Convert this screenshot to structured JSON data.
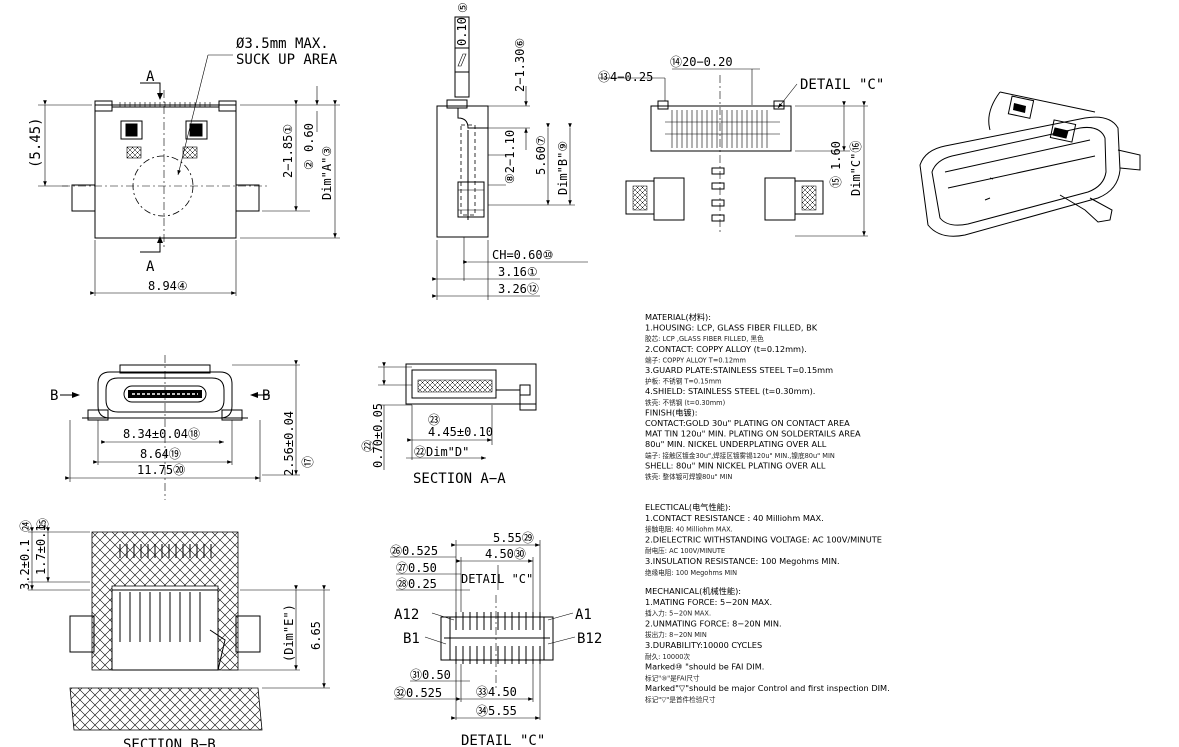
{
  "drawing": {
    "suck_up_note": [
      "Ø3.5mm MAX.",
      "SUCK UP AREA"
    ],
    "section_marker": "A",
    "dim_545": "(5.45)",
    "dim_894": "8.94④",
    "dim_2_185": "2−1.85①",
    "dim_060": "② 0.60",
    "dim_a": "Dim\"A\"③",
    "flatness": "0.10",
    "flatness_ref": "⑤",
    "dim_2_130": "2−1.30⑥",
    "dim_2_110": "2−1.10",
    "dim_phi2_110": "⑧2−1.10",
    "dim_560": "5.60⑦",
    "dim_b": "Dim\"B\"⑨",
    "ch": "CH=0.60⑩",
    "dim_316": "3.16①",
    "dim_326": "3.26⑫",
    "dim_4_025": "⑬4−0.25",
    "dim_20_020": "⑭20−0.20",
    "detail_c_label": "DETAIL \"C\"",
    "dim_160": "1.60",
    "dim_c": "Dim\"C\"⑯",
    "dim_c_ref": "⑮",
    "section_b": "B",
    "dim_834": "8.34±0.04⑱",
    "dim_864": "8.64⑲",
    "dim_1175": "11.75⑳",
    "dim_256": "2.56±0.04",
    "dim_256_ref": "⑰",
    "dim_070": "0.70±0.05",
    "dim_070_ref": "㉒",
    "dim_445": "4.45±0.10",
    "dim_445_ref": "㉓",
    "dim_d": "㉒Dim\"D\"",
    "section_aa": "SECTION A−A",
    "dim_32": "3.2±0.1",
    "dim_32_ref": "㉔",
    "dim_17": "1.7±0.1",
    "dim_17_ref": "㉕",
    "dim_e": "(Dim\"E\")",
    "dim_665": "6.65",
    "section_bb": "SECTION B−B",
    "dim_555_top": "5.55㉙",
    "dim_450_top": "4.50㉚",
    "dim_0525_top": "㉖0.525",
    "dim_050_top": "㉗0.50",
    "dim_025": "㉘0.25",
    "detail_c_small": "DETAIL \"C\"",
    "a12": "A12",
    "a1": "A1",
    "b1": "B1",
    "b12": "B12",
    "dim_050_bot": "㉛0.50",
    "dim_0525_bot": "㉜0.525",
    "dim_450_bot": "㉝4.50",
    "dim_555_bot": "㉞5.55",
    "detail_c_bottom": "DETAIL \"C\""
  },
  "notes": {
    "material": [
      {
        "text": "MATERIAL(材料):",
        "cls": "ts"
      },
      {
        "text": "1.HOUSING: LCP, GLASS FIBER FILLED, BK",
        "cls": "ts"
      },
      {
        "text": "  胶芯: LCP ,GLASS FIBER FILLED, 黑色",
        "cls": "tc"
      },
      {
        "text": "2.CONTACT: COPPY ALLOY (t=0.12mm).",
        "cls": "ts"
      },
      {
        "text": "  端子: COPPY ALLOY T=0.12mm",
        "cls": "tc"
      },
      {
        "text": "3.GUARD PLATE:STAINLESS STEEL T=0.15mm",
        "cls": "ts"
      },
      {
        "text": "  护板: 不锈钢 T=0.15mm",
        "cls": "tc"
      },
      {
        "text": "4.SHIELD: STAINLESS STEEL (t=0.30mm).",
        "cls": "ts"
      },
      {
        "text": "  铁壳: 不锈钢 (t=0.30mm)",
        "cls": "tc"
      },
      {
        "text": "FINISH(电镀):",
        "cls": "ts"
      },
      {
        "text": "CONTACT:GOLD 30u\" PLATING ON CONTACT AREA",
        "cls": "ts"
      },
      {
        "text": "           MAT TIN 120u\" MIN. PLATING ON SOLDERTAILS AREA",
        "cls": "ts"
      },
      {
        "text": "           80u\" MIN. NICKEL UNDERPLATING OVER ALL",
        "cls": "ts"
      },
      {
        "text": "端子: 接触区镀金30u\",焊接区镀雾锡120u\" MIN.,镍底80u\" MIN",
        "cls": "tc"
      },
      {
        "text": "SHELL: 80u\" MIN NICKEL PLATING OVER ALL",
        "cls": "ts"
      },
      {
        "text": "铁壳: 整体镀可焊镍80u\" MIN",
        "cls": "tc"
      }
    ],
    "electrical": [
      {
        "text": "ELECTICAL(电气性能):",
        "cls": "ts"
      },
      {
        "text": "1.CONTACT RESISTANCE : 40 Milliohm MAX.",
        "cls": "ts"
      },
      {
        "text": "  接触电阻: 40 Milliohm MAX.",
        "cls": "tc"
      },
      {
        "text": "2.DIELECTRIC WITHSTANDING VOLTAGE: AC 100V/MINUTE",
        "cls": "ts"
      },
      {
        "text": "  耐电压: AC 100V/MINUTE",
        "cls": "tc"
      },
      {
        "text": "3.INSULATION RESISTANCE: 100 Megohms MIN.",
        "cls": "ts"
      },
      {
        "text": "  绝缘电阻: 100 Megohms MIN",
        "cls": "tc"
      }
    ],
    "mechanical": [
      {
        "text": "MECHANICAL(机械性能):",
        "cls": "ts"
      },
      {
        "text": "1.MATING FORCE: 5−20N MAX.",
        "cls": "ts"
      },
      {
        "text": "  插入力: 5−20N MAX.",
        "cls": "tc"
      },
      {
        "text": "2.UNMATING FORCE: 8−20N MIN.",
        "cls": "ts"
      },
      {
        "text": "  拔出力: 8−20N MIN",
        "cls": "tc"
      },
      {
        "text": "3.DURABILITY:10000 CYCLES",
        "cls": "ts"
      },
      {
        "text": "  耐久: 10000次",
        "cls": "tc"
      },
      {
        "text": "Marked⑩ \"should be FAI DIM.",
        "cls": "ts"
      },
      {
        "text": "标记\"⑩\"是FAI尺寸",
        "cls": "tc"
      },
      {
        "text": "Marked\"▽\"should be major Control and first inspection DIM.",
        "cls": "ts"
      },
      {
        "text": "标记\"▽\"是首件检验尺寸",
        "cls": "tc"
      }
    ]
  }
}
